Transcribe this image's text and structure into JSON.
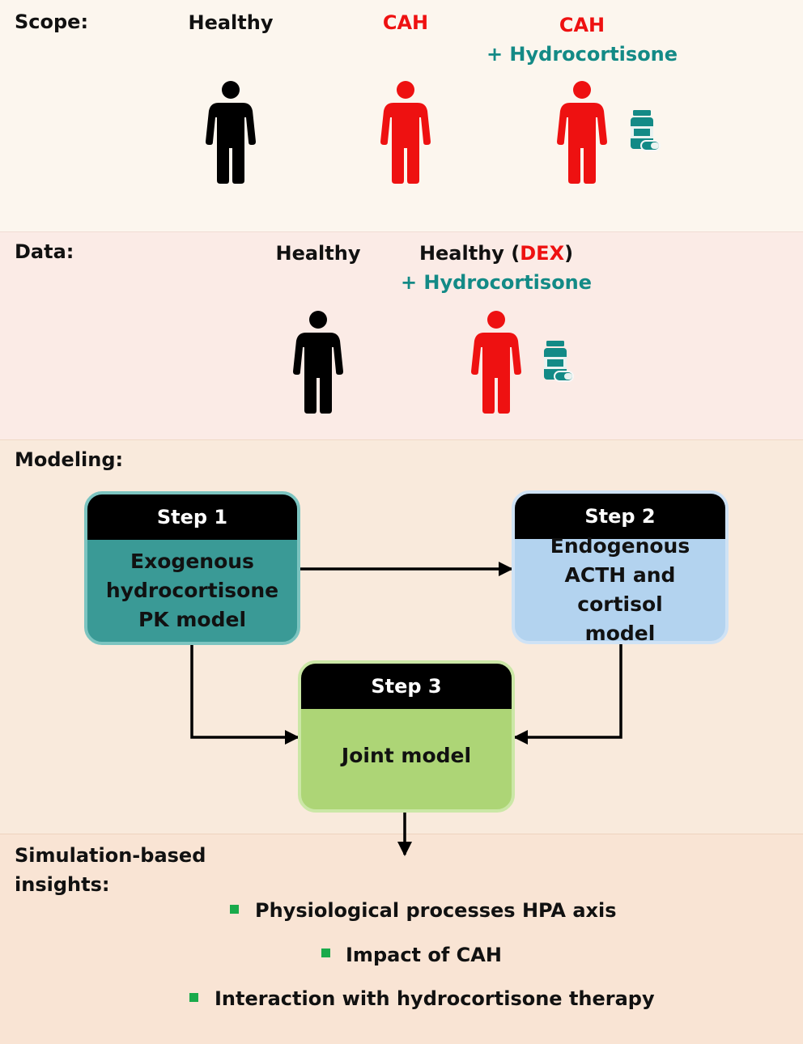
{
  "scope": {
    "heading": "Scope:",
    "groups": [
      {
        "label": "Healthy"
      },
      {
        "label": "CAH"
      },
      {
        "label": "CAH",
        "sublabel": "+ Hydrocortisone"
      }
    ]
  },
  "data_section": {
    "heading": "Data:",
    "groups": [
      {
        "label": "Healthy"
      },
      {
        "label_prefix": "Healthy (",
        "label_highlight": "DEX",
        "label_suffix": ")",
        "sublabel": "+ Hydrocortisone"
      }
    ]
  },
  "modeling": {
    "heading": "Modeling:",
    "steps": [
      {
        "title": "Step 1",
        "line1": "Exogenous",
        "line2": "hydrocortisone",
        "line3": "PK model"
      },
      {
        "title": "Step 2",
        "line1": "Endogenous",
        "line2": "ACTH and cortisol",
        "line3": "model"
      },
      {
        "title": "Step 3",
        "line1": "Joint model"
      }
    ]
  },
  "insights": {
    "heading_line1": "Simulation-based",
    "heading_line2": "insights:",
    "items": [
      "Physiological processes HPA axis",
      "Impact of CAH",
      "Interaction with hydrocortisone therapy"
    ]
  },
  "colors": {
    "healthy": "#000000",
    "cah": "#ee1111",
    "hydrocortisone": "#138a86",
    "step1": "#3a9a96",
    "step2": "#b3d3ef",
    "step3": "#add576",
    "bullet": "#1aaa4b"
  },
  "icons": [
    "person-icon",
    "medicine-bottle-icon",
    "arrow-icon"
  ]
}
